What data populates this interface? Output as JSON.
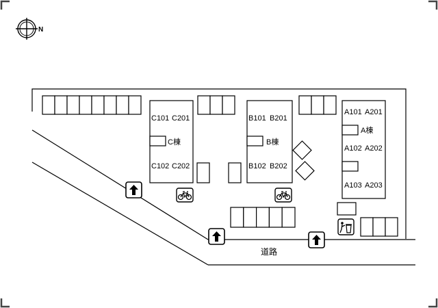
{
  "compass": {
    "label": "N",
    "icon": "compass-icon"
  },
  "buildings": {
    "c": {
      "units": [
        "C101",
        "C201",
        "C102",
        "C202"
      ],
      "name": "C棟"
    },
    "b": {
      "units": [
        "B101",
        "B201",
        "B102",
        "B202"
      ],
      "name": "B棟"
    },
    "a": {
      "units": [
        "A101",
        "A201",
        "A102",
        "A202",
        "A103",
        "A203"
      ],
      "name": "A棟"
    }
  },
  "road_label": "道路",
  "icons": {
    "entrance_arrow": "up-arrow-icon",
    "bicycle": "bicycle-icon",
    "trash": "trash-can-icon"
  },
  "colors": {
    "line": "#000000",
    "background": "#ffffff",
    "frame_corner": "#444444"
  }
}
